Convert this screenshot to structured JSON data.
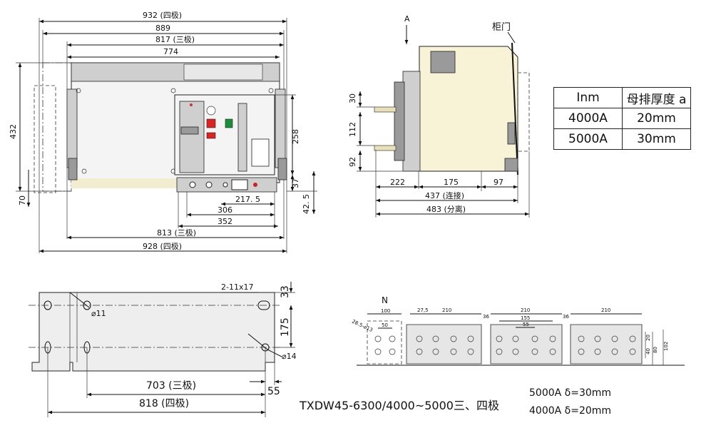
{
  "front": {
    "w932": "932 (四极)",
    "w889": "889",
    "w817": "817 (三极)",
    "w774": "774",
    "h432": "432",
    "h70": "70",
    "h258": "258",
    "h37": "37",
    "h42_5": "42. 5",
    "w217_5": "217. 5",
    "w306": "306",
    "w352": "352",
    "w813": "813 (三极)",
    "w928": "928 (四极)"
  },
  "side": {
    "arrow_a": "A",
    "door": "柜门",
    "h30": "30",
    "h112": "112",
    "h92": "92",
    "w222": "222",
    "w175": "175",
    "w97": "97",
    "w437": "437 (连接)",
    "w483": "483 (分离)"
  },
  "spec_table": {
    "header": [
      "Inm",
      "母排厚度 a"
    ],
    "rows": [
      [
        "4000A",
        "20mm"
      ],
      [
        "5000A",
        "30mm"
      ]
    ]
  },
  "base": {
    "holes": "2-11x17",
    "d11": "⌀11",
    "d14": "⌀14",
    "h33": "33",
    "h175": "175",
    "w703": "703 (三极)",
    "w818": "818 (四极)",
    "w55": "55"
  },
  "busbar": {
    "n": "N",
    "w100": "100",
    "w28_5": "28.5-⌀13",
    "w50": "50",
    "w27_5": "27,5",
    "w210a": "210",
    "w36a": "36",
    "w210b": "210",
    "w155": "155",
    "w55": "55",
    "w36b": "36",
    "w210c": "210",
    "h20": "20",
    "h40": "40",
    "h80": "80",
    "h102": "102"
  },
  "caption": "TXDW45-6300/4000~5000三、四极",
  "notes": [
    "5000A   δ=30mm",
    "4000A   δ=20mm"
  ]
}
